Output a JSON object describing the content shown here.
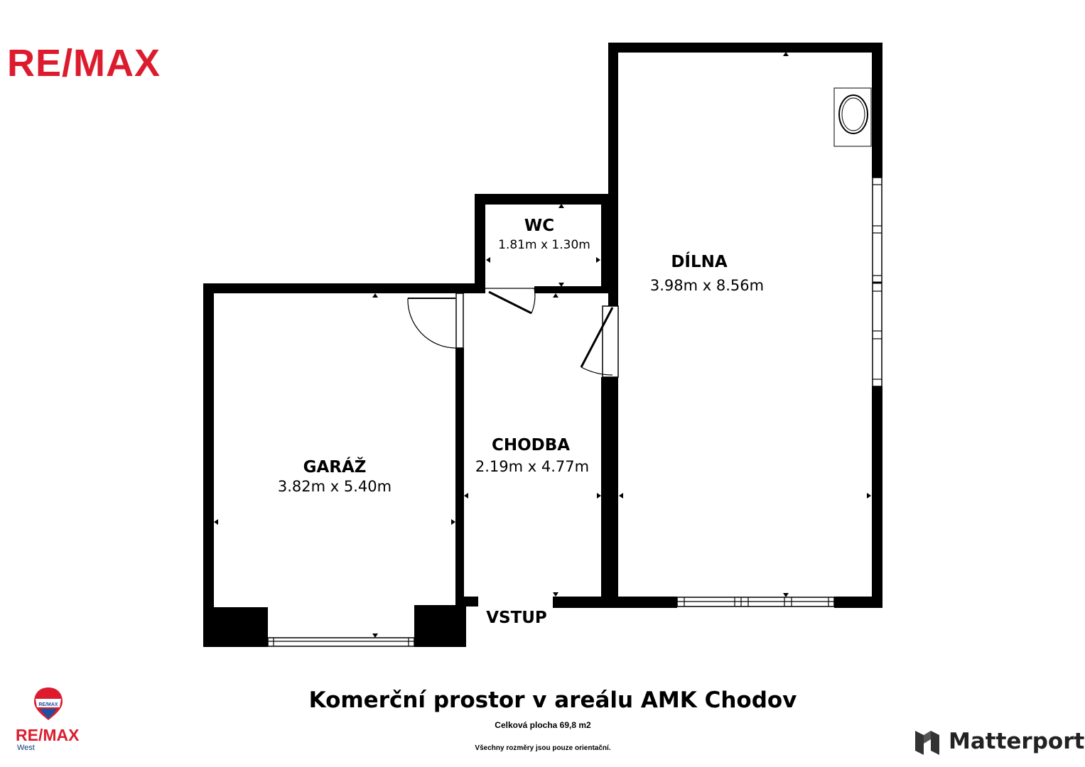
{
  "brand": {
    "logo_text": "RE/MAX",
    "logo_color": "#dc1c2e",
    "small_logo_text": "RE/MAX",
    "small_logo_sub": "West",
    "balloon_text": "RE/MAX"
  },
  "rooms": {
    "dilna": {
      "name": "DÍLNA",
      "dims": "3.98m x 8.56m"
    },
    "wc": {
      "name": "WC",
      "dims": "1.81m x 1.30m"
    },
    "chodba": {
      "name": "CHODBA",
      "dims": "2.19m x 4.77m"
    },
    "garaz": {
      "name": "GARÁŽ",
      "dims": "3.82m x 5.40m"
    },
    "vstup": {
      "name": "VSTUP"
    }
  },
  "footer": {
    "title": "Komerční prostor v areálu AMK Chodov",
    "total_area": "Celková plocha 69,8 m2",
    "note": "Všechny rozměry jsou pouze orientační.",
    "provider": "Matterport"
  }
}
